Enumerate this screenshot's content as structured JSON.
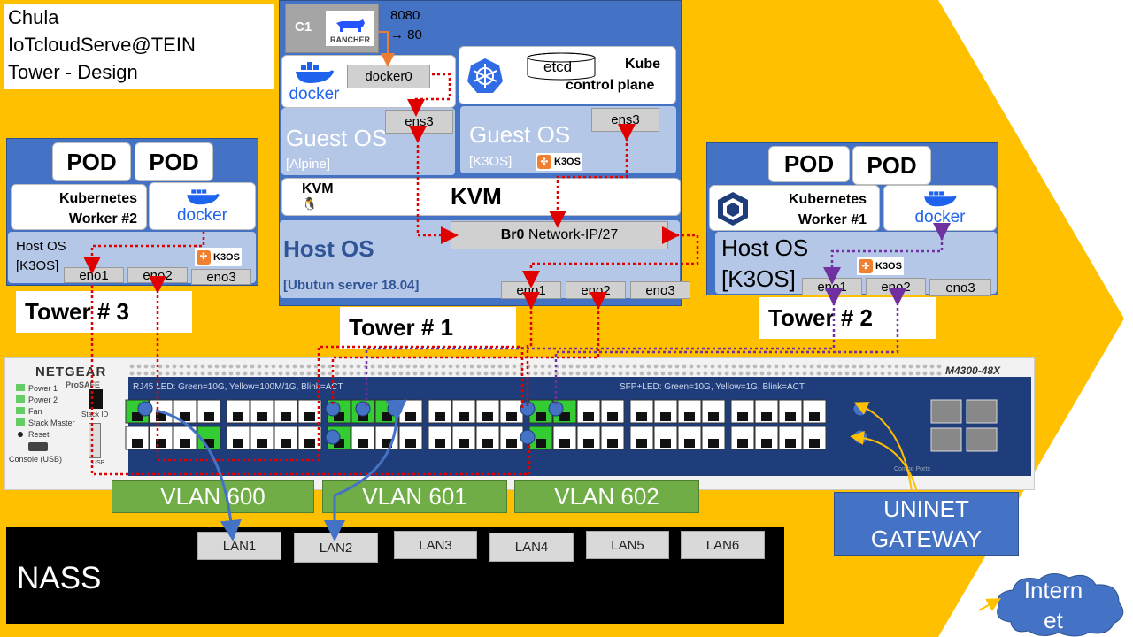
{
  "title": {
    "line1": "Chula",
    "line2": "IoTcloudServe@TEIN",
    "line3": "Tower - Design"
  },
  "colors": {
    "background_arrow": "#ffc000",
    "tower": "#4472c4",
    "host_os": "#b4c7e7",
    "vlan": "#70ad47",
    "red_link": "#e00000",
    "purple_link": "#7030a0",
    "blue_link": "#4472c4",
    "orange_link": "#ffc000"
  },
  "tower1": {
    "label": "Tower # 1",
    "c1": "C1",
    "rancher": "RANCHER",
    "port_map_top": "8080",
    "port_map_bottom": "→ 80",
    "docker": "docker",
    "docker0": "docker0",
    "etcd": "etcd",
    "kube_line1": "Kube",
    "kube_line2": "control plane",
    "ens3_left": "ens3",
    "ens3_right": "ens3",
    "guest_os_left": "Guest OS",
    "guest_os_left_sub": "[Alpine]",
    "guest_os_right": "Guest OS",
    "guest_os_right_sub": "[K3OS]",
    "k3os_badge": "K3OS",
    "kvm_logo": "KVM",
    "kvm": "KVM",
    "br0_bold": "Br0",
    "br0_rest": " Network-IP/27",
    "host_os": "Host OS",
    "host_os_sub": "[Ubutun server 18.04]",
    "ports": [
      "eno1",
      "eno2",
      "eno3"
    ]
  },
  "tower2": {
    "label": "Tower  # 2",
    "pods": [
      "POD",
      "POD"
    ],
    "k8s_line1": "Kubernetes",
    "k8s_line2": "Worker #1",
    "docker": "docker",
    "host_os": "Host OS",
    "host_os_sub": "[K3OS]",
    "k3os_badge": "K3OS",
    "ports": [
      "eno1",
      "eno2",
      "eno3"
    ]
  },
  "tower3": {
    "label": "Tower # 3",
    "pods": [
      "POD",
      "POD"
    ],
    "k8s_line1": "Kubernetes",
    "k8s_line2": "Worker #2",
    "docker": "docker",
    "host_os": "Host OS",
    "host_os_sub": "[K3OS]",
    "k3os_badge": "K3OS",
    "ports": [
      "eno1",
      "eno2",
      "eno3"
    ]
  },
  "switch": {
    "brand": "NETGEAR",
    "sub_brand": "ProSAFE",
    "model": "M4300-48X",
    "rj45_led": "RJ45 LED: Green=10G, Yellow=100M/1G, Blink=ACT",
    "sfp_led": "SFP+LED: Green=10G, Yellow=1G, Blink=ACT",
    "leds": [
      "Power 1",
      "Power 2",
      "Fan",
      "Stack Master"
    ],
    "reset": "Reset",
    "console": "Console (USB)",
    "stack_id": "Stack ID",
    "combo": "Combo Ports",
    "usb": "USB"
  },
  "vlans": [
    "VLAN 600",
    "VLAN 601",
    "VLAN 602"
  ],
  "nass": {
    "label": "NASS",
    "lans": [
      "LAN1",
      "LAN2",
      "LAN3",
      "LAN4",
      "LAN5",
      "LAN6"
    ]
  },
  "gateway": {
    "line1": "UNINET",
    "line2": "GATEWAY"
  },
  "internet": {
    "line1": "Intern",
    "line2": "et"
  }
}
